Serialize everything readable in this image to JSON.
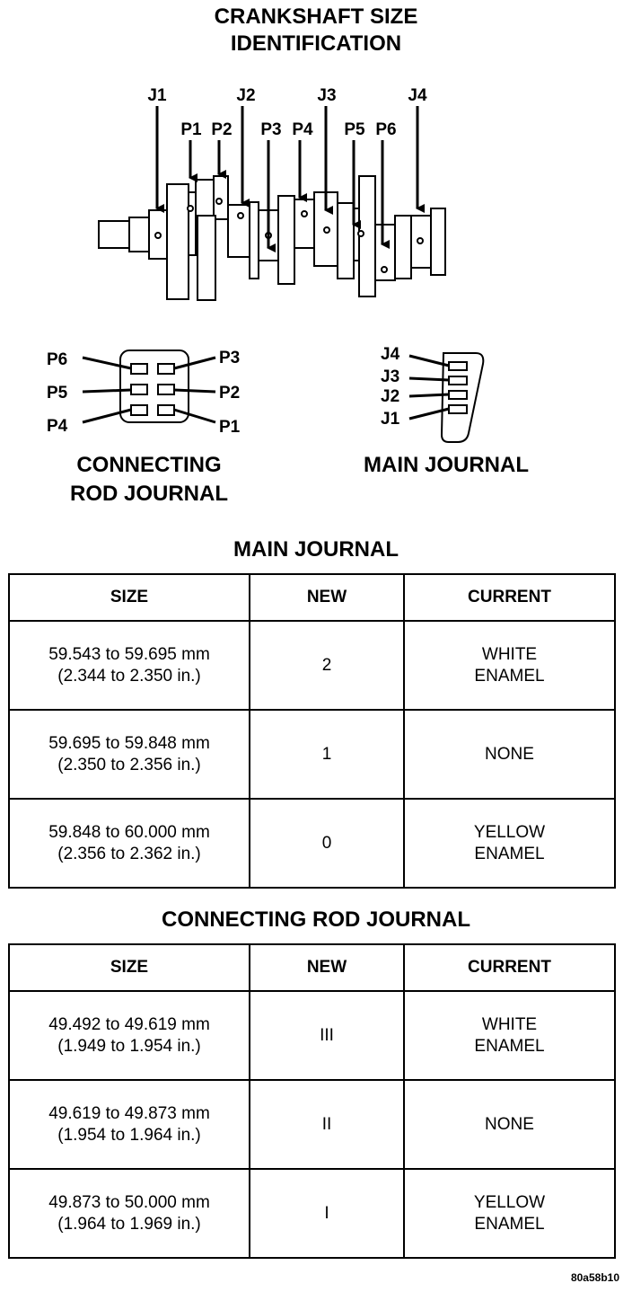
{
  "title": {
    "line1": "CRANKSHAFT SIZE",
    "line2": "IDENTIFICATION"
  },
  "crank_labels": {
    "j1": "J1",
    "j2": "J2",
    "j3": "J3",
    "j4": "J4",
    "p1": "P1",
    "p2": "P2",
    "p3": "P3",
    "p4": "P4",
    "p5": "P5",
    "p6": "P6"
  },
  "rod_marks": {
    "p6": "P6",
    "p5": "P5",
    "p4": "P4",
    "p3": "P3",
    "p2": "P2",
    "p1": "P1",
    "caption_line1": "CONNECTING",
    "caption_line2": "ROD JOURNAL"
  },
  "main_marks": {
    "j4": "J4",
    "j3": "J3",
    "j2": "J2",
    "j1": "J1",
    "caption": "MAIN JOURNAL"
  },
  "main_table": {
    "title": "MAIN JOURNAL",
    "headers": [
      "SIZE",
      "NEW",
      "CURRENT"
    ],
    "rows": [
      {
        "size_mm": "59.543 to 59.695 mm",
        "size_in": "(2.344 to 2.350 in.)",
        "new": "2",
        "current1": "WHITE",
        "current2": "ENAMEL"
      },
      {
        "size_mm": "59.695 to 59.848 mm",
        "size_in": "(2.350 to 2.356 in.)",
        "new": "1",
        "current1": "NONE",
        "current2": ""
      },
      {
        "size_mm": "59.848 to 60.000 mm",
        "size_in": "(2.356 to 2.362 in.)",
        "new": "0",
        "current1": "YELLOW",
        "current2": "ENAMEL"
      }
    ]
  },
  "rod_table": {
    "title": "CONNECTING ROD JOURNAL",
    "headers": [
      "SIZE",
      "NEW",
      "CURRENT"
    ],
    "rows": [
      {
        "size_mm": "49.492 to 49.619 mm",
        "size_in": "(1.949 to 1.954 in.)",
        "new": "III",
        "current1": "WHITE",
        "current2": "ENAMEL"
      },
      {
        "size_mm": "49.619 to 49.873 mm",
        "size_in": "(1.954 to 1.964 in.)",
        "new": "II",
        "current1": "NONE",
        "current2": ""
      },
      {
        "size_mm": "49.873 to 50.000 mm",
        "size_in": "(1.964 to 1.969 in.)",
        "new": "I",
        "current1": "YELLOW",
        "current2": "ENAMEL"
      }
    ]
  },
  "figure_id": "80a58b10"
}
